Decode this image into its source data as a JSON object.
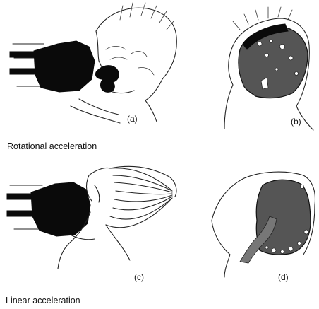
{
  "panels": [
    {
      "id": "a",
      "label": "(a)"
    },
    {
      "id": "b",
      "label": "(b)"
    },
    {
      "id": "c",
      "label": "(c)"
    },
    {
      "id": "d",
      "label": "(d)"
    }
  ],
  "captions": {
    "rotational": "Rotational acceleration",
    "linear": "Linear acceleration"
  },
  "colors": {
    "ink": "#222222",
    "fist": "#0a0a0a",
    "brain": "#555555",
    "blood": "#777777"
  },
  "icons": [
    "fist-icon",
    "head-sketch",
    "brain-injury-sketch"
  ]
}
